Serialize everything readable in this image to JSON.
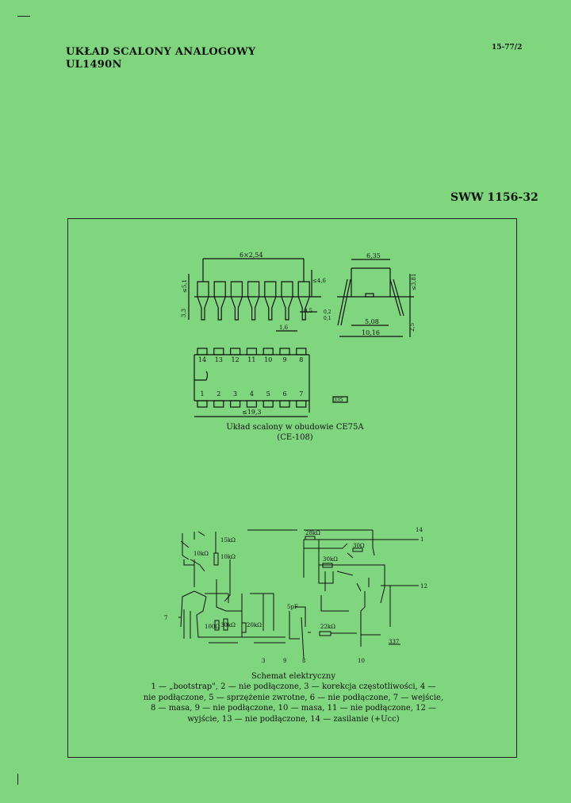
{
  "header": {
    "title_line1": "UKŁAD SCALONY ANALOGOWY",
    "title_line2": "UL1490N",
    "page_code": "15-77/2",
    "catalog_number": "SWW 1156-32"
  },
  "package_drawing": {
    "dimensions": {
      "pitch": "6×2,54",
      "width": "6,35",
      "lead_span": "5,08",
      "overall": "10,16",
      "height_left": "≤5,1",
      "lead_len": "3,3",
      "height_right": "≤4,6",
      "lead_thk": "0,5",
      "lead_w": "1,6",
      "tol_a": "0,2",
      "tol_b": "0,1",
      "side_h": "≤3,81",
      "side_l": "2,5",
      "body_len": "≤19,3"
    },
    "top_pins": [
      "14",
      "13",
      "12",
      "11",
      "10",
      "9",
      "8"
    ],
    "bottom_pins": [
      "1",
      "2",
      "3",
      "4",
      "5",
      "6",
      "7"
    ],
    "figure_tag": "335",
    "caption_line1": "Układ scalony w obudowie CE75A",
    "caption_line2": "(CE-108)"
  },
  "schematic": {
    "resistors": [
      "15kΩ",
      "10kΩ",
      "10kΩ",
      "28kΩ",
      "30Ω",
      "30kΩ",
      "100Ω",
      "30kΩ",
      "20kΩ",
      "22kΩ"
    ],
    "capacitor": "5pF",
    "pins": {
      "p14": "14",
      "p1": "1",
      "p12": "12",
      "p7": "7",
      "p3": "3",
      "p9": "9",
      "p8": "8",
      "p10": "10"
    },
    "figure_tag": "337",
    "caption": "Schemat elektryczny"
  },
  "pin_description": [
    "1 — „bootstrap\", 2 — nie podłączone, 3 — korekcja częstotliwości, 4 —",
    "nie podłączone, 5 — sprzężenie zwrotne, 6 — nie podłączone, 7 — wejście,",
    "8 — masa, 9 — nie podłączone, 10 — masa, 11 — nie podłączone, 12 —",
    "wyjście, 13 — nie podłączone, 14 — zasilanie (+Ucc)"
  ]
}
